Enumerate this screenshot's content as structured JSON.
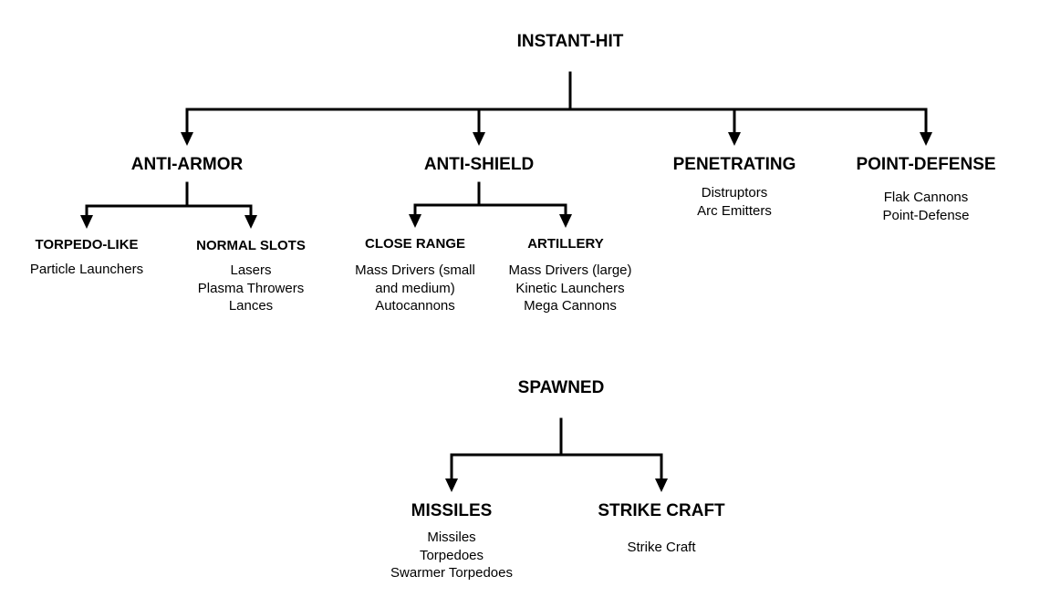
{
  "instant_hit": {
    "title": "INSTANT-HIT",
    "categories": [
      {
        "title": "ANTI-ARMOR",
        "subcategories": [
          {
            "title": "TORPEDO-LIKE",
            "items": [
              "Particle Launchers"
            ]
          },
          {
            "title": "NORMAL SLOTS",
            "items": [
              "Lasers",
              "Plasma Throwers",
              "Lances"
            ]
          }
        ]
      },
      {
        "title": "ANTI-SHIELD",
        "subcategories": [
          {
            "title": "CLOSE RANGE",
            "items": [
              "Mass Drivers (small",
              "and medium)",
              "Autocannons"
            ]
          },
          {
            "title": "ARTILLERY",
            "items": [
              "Mass Drivers (large)",
              "Kinetic Launchers",
              "Mega Cannons"
            ]
          }
        ]
      },
      {
        "title": "PENETRATING",
        "items": [
          "Distruptors",
          "Arc Emitters"
        ]
      },
      {
        "title": "POINT-DEFENSE",
        "items": [
          "Flak Cannons",
          "Point-Defense"
        ]
      }
    ]
  },
  "spawned": {
    "title": "SPAWNED",
    "categories": [
      {
        "title": "MISSILES",
        "items": [
          "Missiles",
          "Torpedoes",
          "Swarmer Torpedoes"
        ]
      },
      {
        "title": "STRIKE CRAFT",
        "items": [
          "Strike Craft"
        ]
      }
    ]
  },
  "colors": {
    "line": "#000000",
    "background": "#ffffff"
  }
}
